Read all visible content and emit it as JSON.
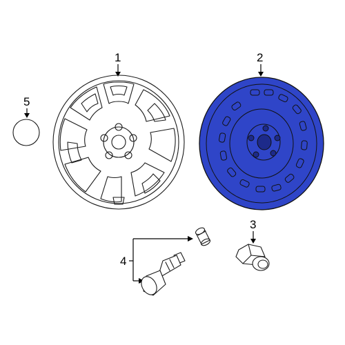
{
  "callouts": {
    "alloy_wheel": "1",
    "spare_wheel": "2",
    "lug_nut": "3",
    "valve_stem": "4",
    "center_cap": "5"
  },
  "colors": {
    "spare_wheel_fill": "#2f45c8",
    "spare_wheel_shade": "#1d2a8a",
    "line": "#1a1a1a",
    "background": "#ffffff"
  }
}
